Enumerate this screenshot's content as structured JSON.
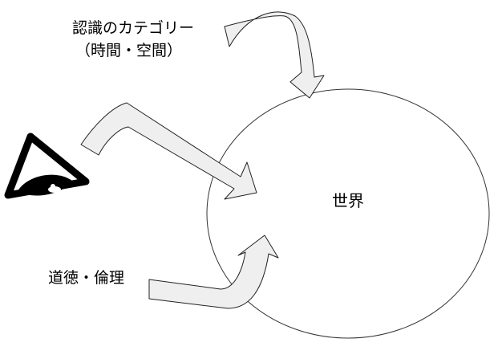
{
  "diagram": {
    "categories_label_line1": "認識のカテゴリー",
    "categories_label_line2": "（時間・空間）",
    "ethics_label": "道徳・倫理",
    "world_label": "世界",
    "icons": {
      "eye": "eye-icon"
    },
    "colors": {
      "arrow_fill": "#efefef",
      "stroke": "#222222",
      "background": "#ffffff"
    }
  }
}
